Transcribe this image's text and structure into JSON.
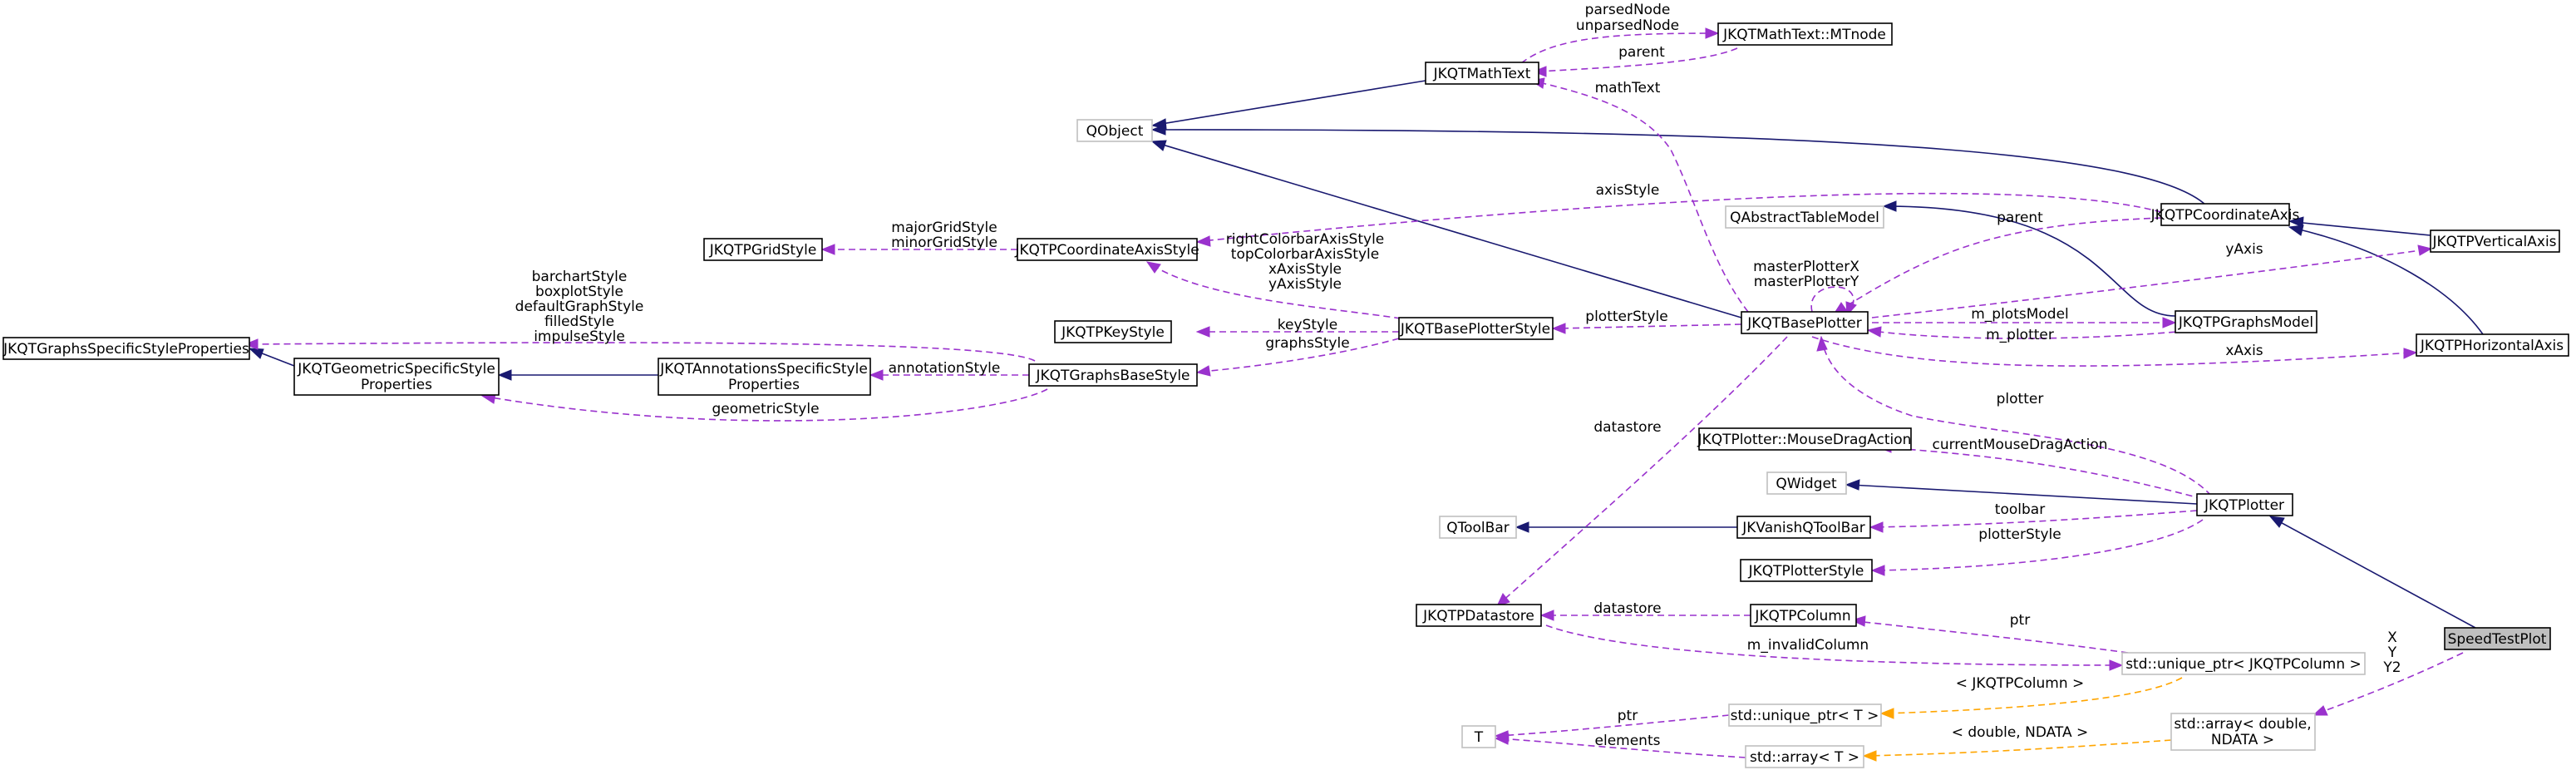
{
  "nodes": {
    "jkqtmathtext": "JKQTMathText",
    "mtnode": "JKQTMathText::MTnode",
    "qobject": "QObject",
    "qabstracttablemodel": "QAbstractTableModel",
    "coordinateaxis": "JKQTPCoordinateAxis",
    "verticalaxis": "JKQTPVerticalAxis",
    "horizontalaxis": "JKQTPHorizontalAxis",
    "gridstyle": "JKQTPGridStyle",
    "coordinateaxisstyle": "JKQTPCoordinateAxisStyle",
    "keystyle": "JKQTPKeyStyle",
    "baseplotterstyle": "JKQTBasePlotterStyle",
    "baseplotter": "JKQTBasePlotter",
    "graphsmodel": "JKQTPGraphsModel",
    "graphsspecific": "JKQTGraphsSpecificStyleProperties",
    "geometric_line1": "JKQTGeometricSpecificStyle",
    "geometric_line2": "Properties",
    "annotations_line1": "JKQTAnnotationsSpecificStyle",
    "annotations_line2": "Properties",
    "graphsbasestyle": "JKQTGraphsBaseStyle",
    "mousedragaction": "JKQTPlotter::MouseDragAction",
    "qwidget": "QWidget",
    "plotter": "JKQTPlotter",
    "qtoolbar": "QToolBar",
    "vanishtoolbar": "JKVanishQToolBar",
    "plotterstyle": "JKQTPlotterStyle",
    "datastore": "JKQTPDatastore",
    "column": "JKQTPColumn",
    "speedtestplot": "SpeedTestPlot",
    "uniqueptr_column": "std::unique_ptr< JKQTPColumn >",
    "uniqueptr_t": "std::unique_ptr< T >",
    "t": "T",
    "arraydouble_line1": "std::array< double,",
    "arraydouble_line2": "NDATA >",
    "array_t": "std::array< T >"
  },
  "labels": {
    "parsednode_line1": "parsedNode",
    "parsednode_line2": "unparsedNode",
    "parent_mathtext": "parent",
    "mathtext": "mathText",
    "axisstyle": "axisStyle",
    "parent_model": "parent",
    "yaxis": "yAxis",
    "grid_line1": "majorGridStyle",
    "grid_line2": "minorGridStyle",
    "colorbar_line1": "rightColorbarAxisStyle",
    "colorbar_line2": "topColorbarAxisStyle",
    "colorbar_line3": "xAxisStyle",
    "colorbar_line4": "yAxisStyle",
    "master_line1": "masterPlotterX",
    "master_line2": "masterPlotterY",
    "specific_line1": "barchartStyle",
    "specific_line2": "boxplotStyle",
    "specific_line3": "defaultGraphStyle",
    "specific_line4": "filledStyle",
    "specific_line5": "impulseStyle",
    "keystyle": "keyStyle",
    "plotterstyle_base": "plotterStyle",
    "m_plotsmodel": "m_plotsModel",
    "m_plotter": "m_plotter",
    "graphsstyle": "graphsStyle",
    "annotationstyle": "annotationStyle",
    "xaxis": "xAxis",
    "geometricstyle": "geometricStyle",
    "plotter": "plotter",
    "datastore_base": "datastore",
    "currentmousedragaction": "currentMouseDragAction",
    "toolbar": "toolbar",
    "plotterstyle_plotter": "plotterStyle",
    "ptr_column": "ptr",
    "datastore_column": "datastore",
    "m_invalidcolumn": "m_invalidColumn",
    "tmpl_column": "< JKQTPColumn >",
    "ptr_t": "ptr",
    "xyy_line1": "X",
    "xyy_line2": "Y",
    "xyy_line3": "Y2",
    "tmpl_double": "< double, NDATA >",
    "elements": "elements"
  },
  "colors": {
    "inheritance": "#191970",
    "usage": "#9a32cd",
    "template": "#ffa500",
    "focus_fill": "#bfbfbf",
    "external_border": "#bfbfbf"
  }
}
